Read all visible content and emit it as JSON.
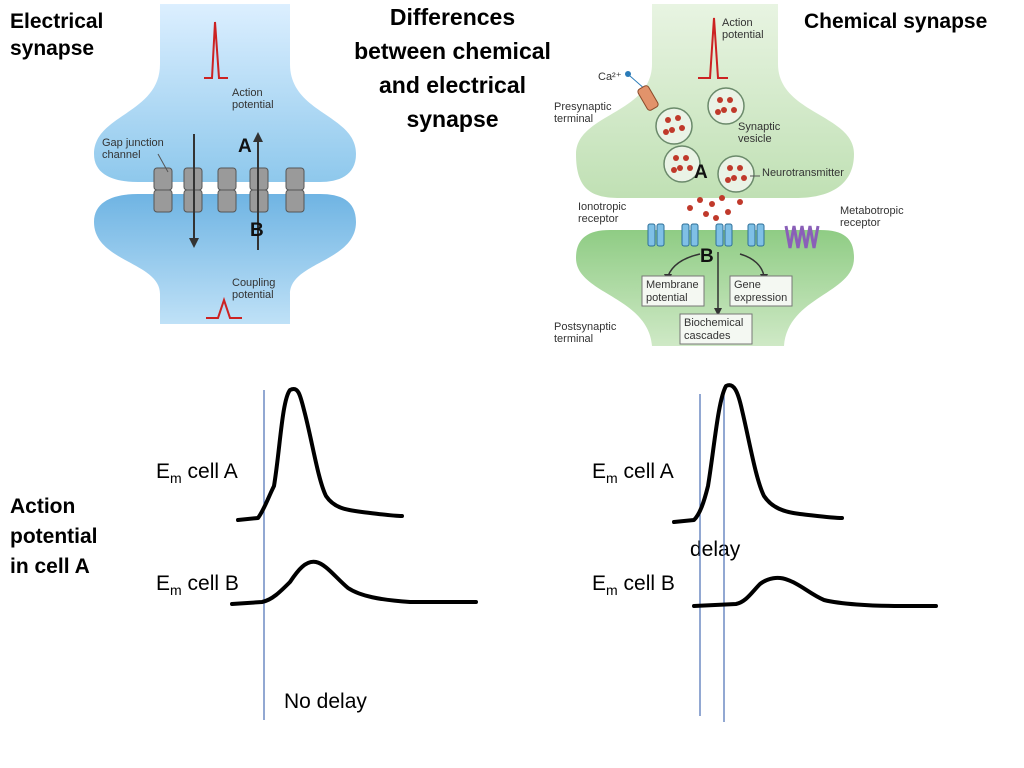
{
  "titles": {
    "electrical": "Electrical\nsynapse",
    "main": "Differences\nbetween chemical\nand electrical\nsynapse",
    "chemical": "Chemical synapse"
  },
  "electrical_diagram": {
    "action_potential": [
      "Action",
      "potential"
    ],
    "gap_junction": [
      "Gap junction",
      "channel"
    ],
    "coupling_potential": [
      "Coupling",
      "potential"
    ],
    "label_a": "A",
    "label_b": "B"
  },
  "chemical_diagram": {
    "action_potential": [
      "Action",
      "potential"
    ],
    "calcium": "Ca²⁺",
    "presynaptic": [
      "Presynaptic",
      "terminal"
    ],
    "synaptic_vesicle": [
      "Synaptic",
      "vesicle"
    ],
    "neurotransmitter": "Neurotransmitter",
    "ionotropic": [
      "Ionotropic",
      "receptor"
    ],
    "metabotropic": [
      "Metabotropic",
      "receptor"
    ],
    "membrane_potential": [
      "Membrane",
      "potential"
    ],
    "gene_expression": [
      "Gene",
      "expression"
    ],
    "biochemical": [
      "Biochemical",
      "cascades"
    ],
    "postsynaptic": [
      "Postsynaptic",
      "terminal"
    ],
    "label_a": "A",
    "label_b": "B"
  },
  "traces": {
    "row_label": "Action\npotential\nin cell A",
    "em_symbol": "E",
    "em_sub": "m",
    "cell_a_suffix": " cell A",
    "cell_b_suffix": " cell B",
    "no_delay": "No delay",
    "delay": "delay"
  },
  "colors": {
    "electrical_bg": "#aed6f1",
    "chemical_bg": "#c6e3bd",
    "action_potential_trace": "#cc2222",
    "marker_line": "#4a6fb5"
  }
}
